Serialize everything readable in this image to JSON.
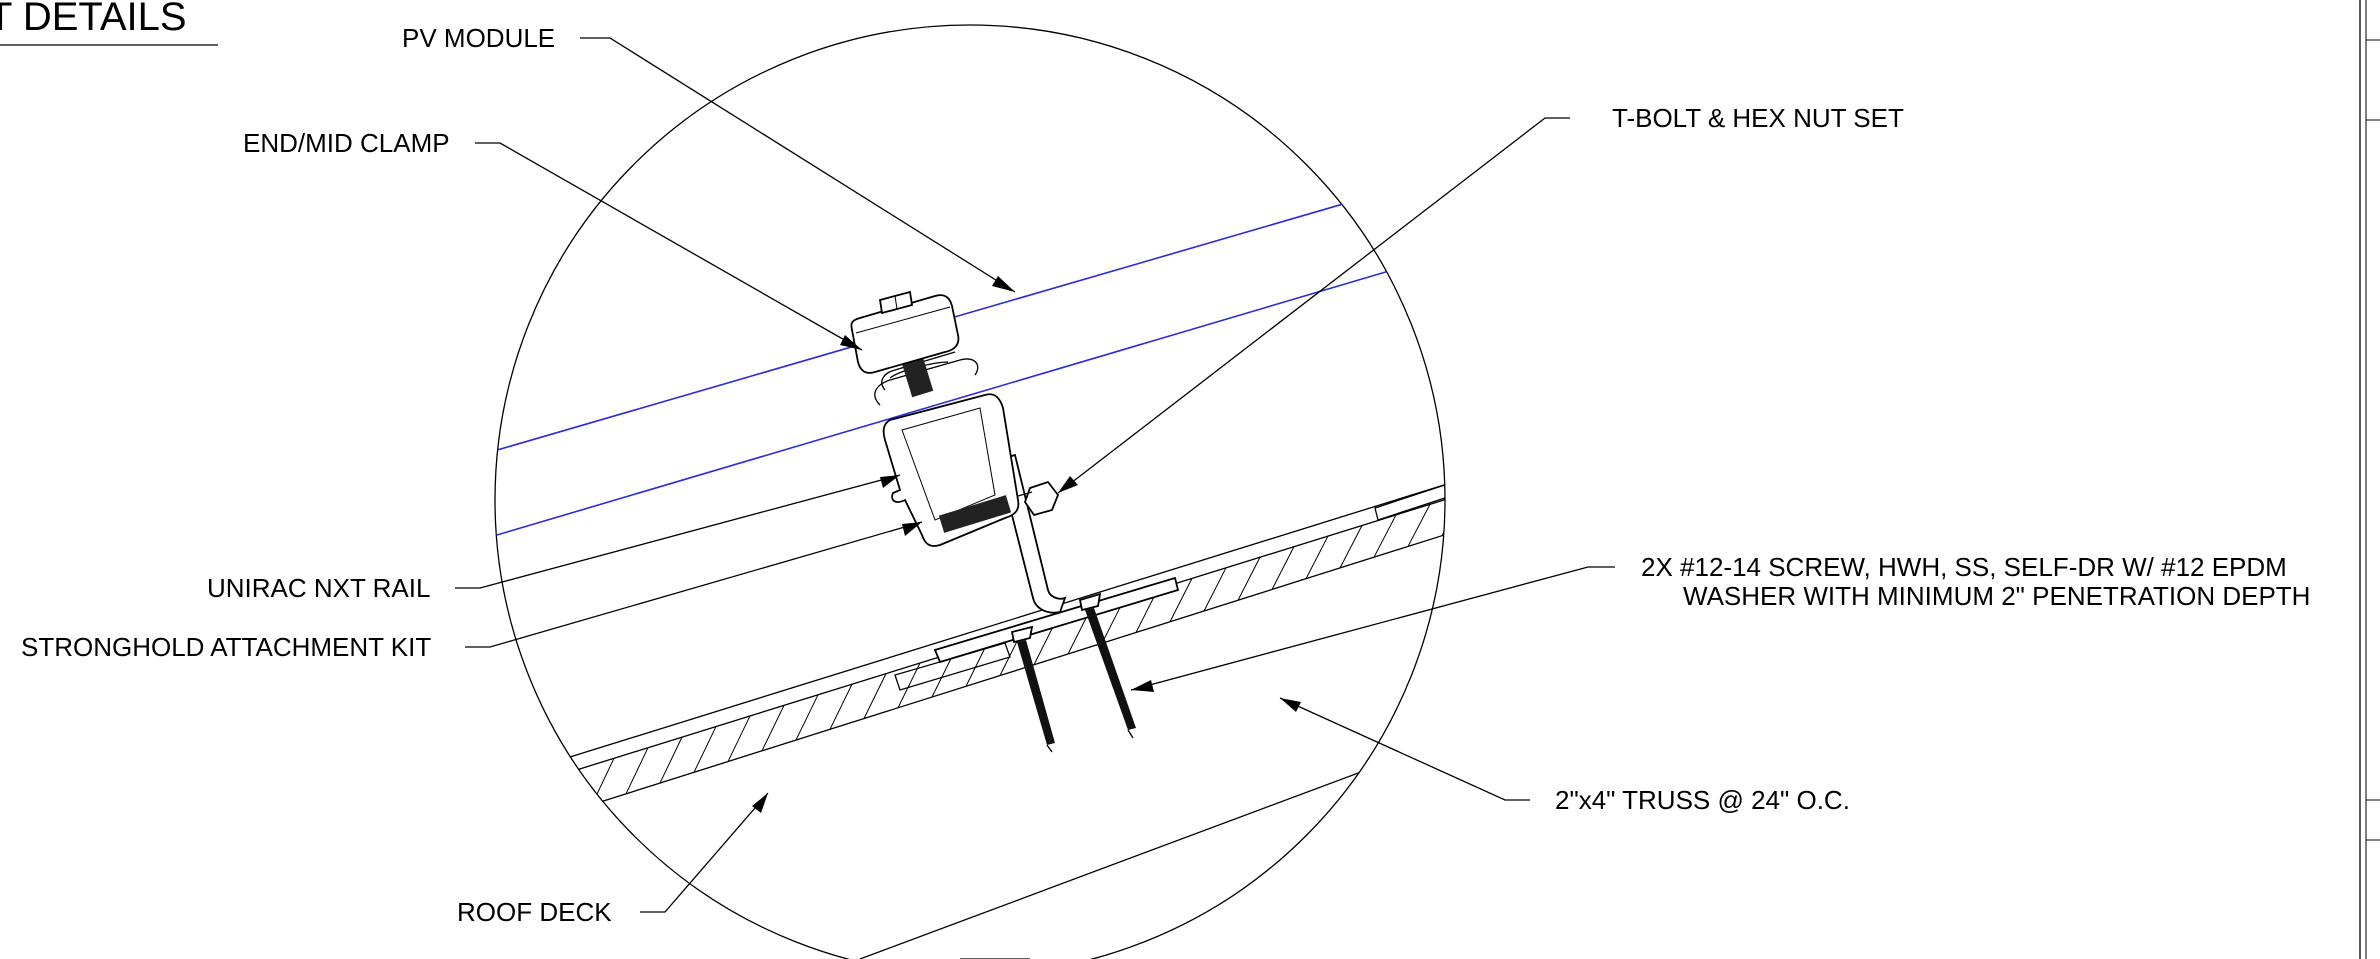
{
  "title": "T DETAILS",
  "labels": {
    "pv_module": "PV MODULE",
    "end_mid_clamp": "END/MID CLAMP",
    "t_bolt": "T-BOLT & HEX NUT SET",
    "unirac_rail": "UNIRAC NXT RAIL",
    "stronghold_kit": "STRONGHOLD ATTACHMENT KIT",
    "screw_line1": "2X #12-14 SCREW, HWH, SS, SELF-DR W/ #12 EPDM",
    "screw_line2": "WASHER WITH MINIMUM 2\" PENETRATION DEPTH",
    "truss": "2\"x4\" TRUSS @ 24\" O.C.",
    "roof_deck": "ROOF DECK"
  },
  "colors": {
    "module_lines": "#2a2ae0",
    "linework": "#000000",
    "background": "#ffffff"
  }
}
